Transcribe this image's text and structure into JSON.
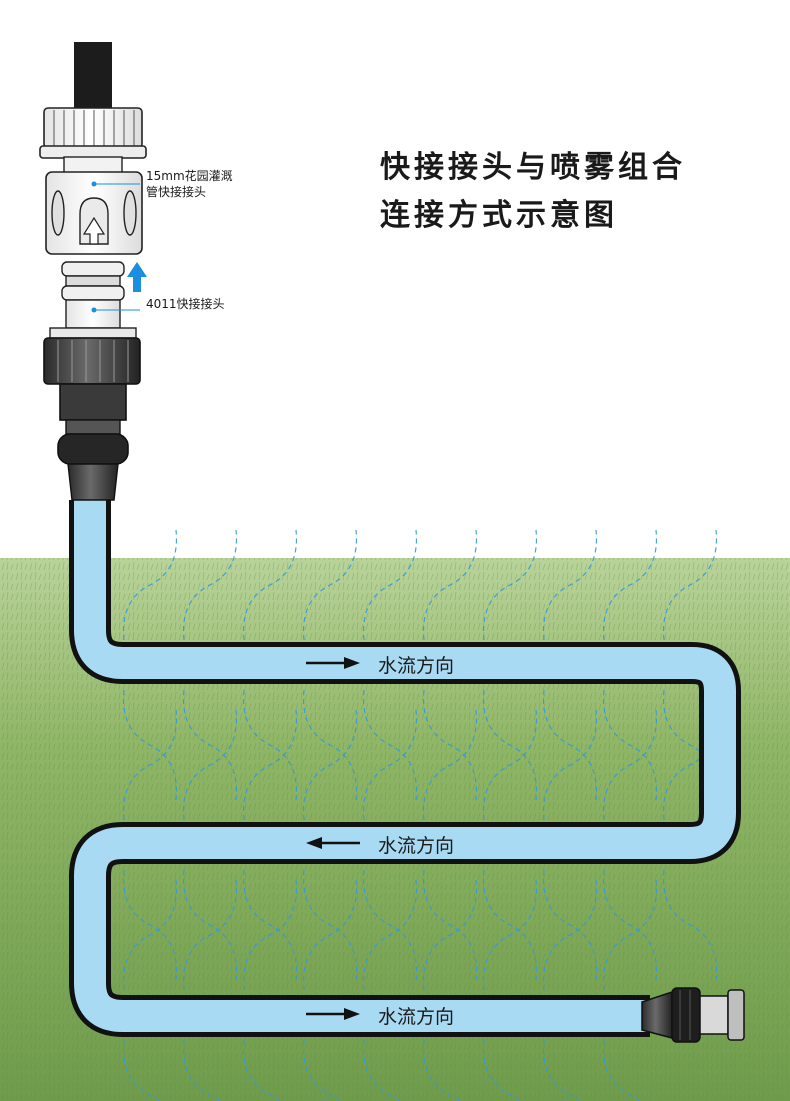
{
  "title": {
    "line1": "快接接头与喷雾组合",
    "line2": "连接方式示意图"
  },
  "callouts": {
    "hose_connector_line1": "15mm花园灌溉",
    "hose_connector_line2": "管快接接头",
    "adapter_4011": "4011快接接头"
  },
  "flow": [
    {
      "label": "水流方向",
      "direction": "right"
    },
    {
      "label": "水流方向",
      "direction": "left"
    },
    {
      "label": "水流方向",
      "direction": "right"
    }
  ],
  "colors": {
    "hose_fill": "#a9daf3",
    "hose_outline": "#111111",
    "grass": "#7fa85a",
    "spray": "#2f9be0",
    "arrow_up": "#1a8fe0",
    "text": "#1a1a1a"
  }
}
